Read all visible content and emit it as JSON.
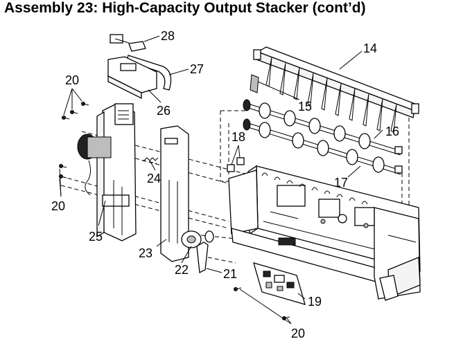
{
  "title": "Assembly 23: High-Capacity Output Stacker (cont’d)",
  "callouts": {
    "c28": "28",
    "c27": "27",
    "c26": "26",
    "c20a": "20",
    "c20b": "20",
    "c20c": "20",
    "c25": "25",
    "c24": "24",
    "c23": "23",
    "c22": "22",
    "c21": "21",
    "c19": "19",
    "c18": "18",
    "c17": "17",
    "c16": "16",
    "c15": "15",
    "c14": "14"
  }
}
